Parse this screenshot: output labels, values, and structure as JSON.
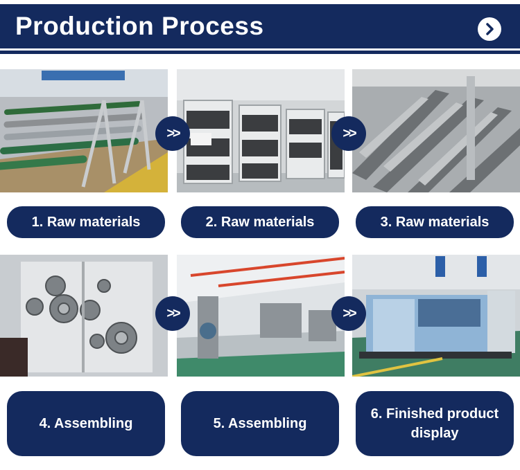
{
  "header": {
    "title": "Production Process",
    "next_icon": "chevron-right-icon"
  },
  "steps": [
    {
      "label": "1. Raw materials"
    },
    {
      "label": "2. Raw materials"
    },
    {
      "label": "3. Raw materials"
    },
    {
      "label": "4. Assembling"
    },
    {
      "label": "5. Assembling"
    },
    {
      "label": "6. Finished product display"
    }
  ],
  "arrows": [
    ">>",
    ">>",
    ">>",
    ">>"
  ],
  "colors": {
    "brand_navy": "#142a5e",
    "white": "#ffffff"
  }
}
